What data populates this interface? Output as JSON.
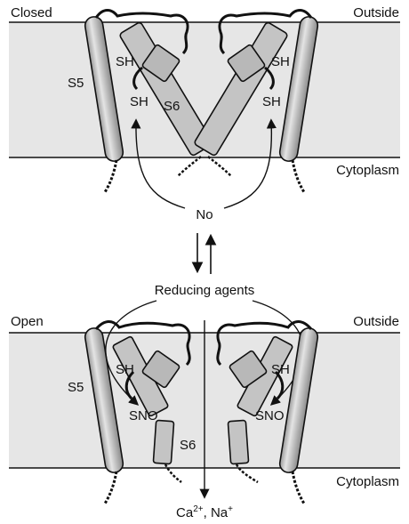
{
  "closed_panel": {
    "state_label": "Closed",
    "outside_label": "Outside",
    "cytoplasm_label": "Cytoplasm",
    "s5_label": "S5",
    "s6_label": "S6",
    "sh_labels": [
      "SH",
      "SH",
      "SH",
      "SH"
    ]
  },
  "transition": {
    "no_label": "No",
    "reducing_label": "Reducing agents"
  },
  "open_panel": {
    "state_label": "Open",
    "outside_label": "Outside",
    "cytoplasm_label": "Cytoplasm",
    "s5_label": "S5",
    "s6_label": "S6",
    "sh_labels": [
      "SH",
      "SH"
    ],
    "sno_labels": [
      "SNO",
      "SNO"
    ],
    "ion_label_main": "Ca",
    "ion_label_sup1": "2+",
    "ion_label_mid": ", Na",
    "ion_label_sup2": "+"
  },
  "colors": {
    "membrane": "#e6e6e6",
    "helix_fill": "#c4c4c4",
    "ink": "#111111"
  }
}
